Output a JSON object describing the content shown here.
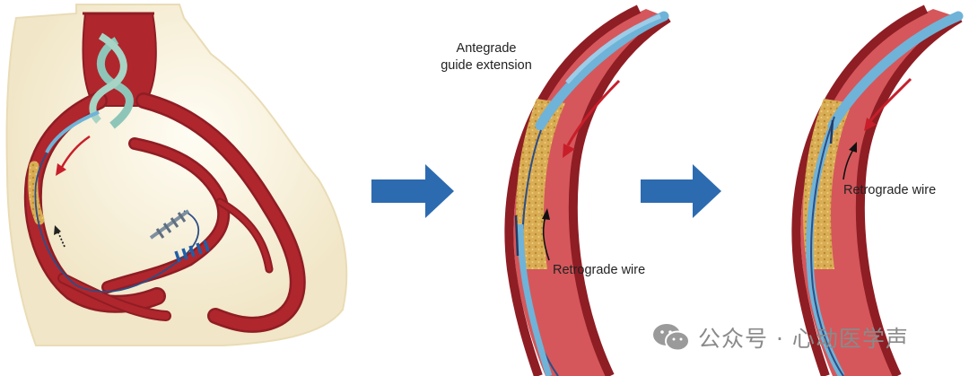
{
  "labels": {
    "antegrade_line1": "Antegrade",
    "antegrade_line2": "guide extension",
    "retrograde_wire_1": "Retrograde wire",
    "retrograde_wire_2": "Retrograde wire"
  },
  "watermark": {
    "text": "公众号 · 心动医学声",
    "icon": "wechat-logo"
  },
  "colors": {
    "vessel": "#b0262d",
    "vessel_dark": "#8f1d24",
    "vessel_light": "#d5575b",
    "plaque": "#d8a948",
    "catheter": "#6fb3d8",
    "wire": "#2c4e86",
    "heart_bg": "#f3ead1",
    "flow_arrow": "#c81e2a",
    "step_arrow": "#2d6bb0"
  }
}
